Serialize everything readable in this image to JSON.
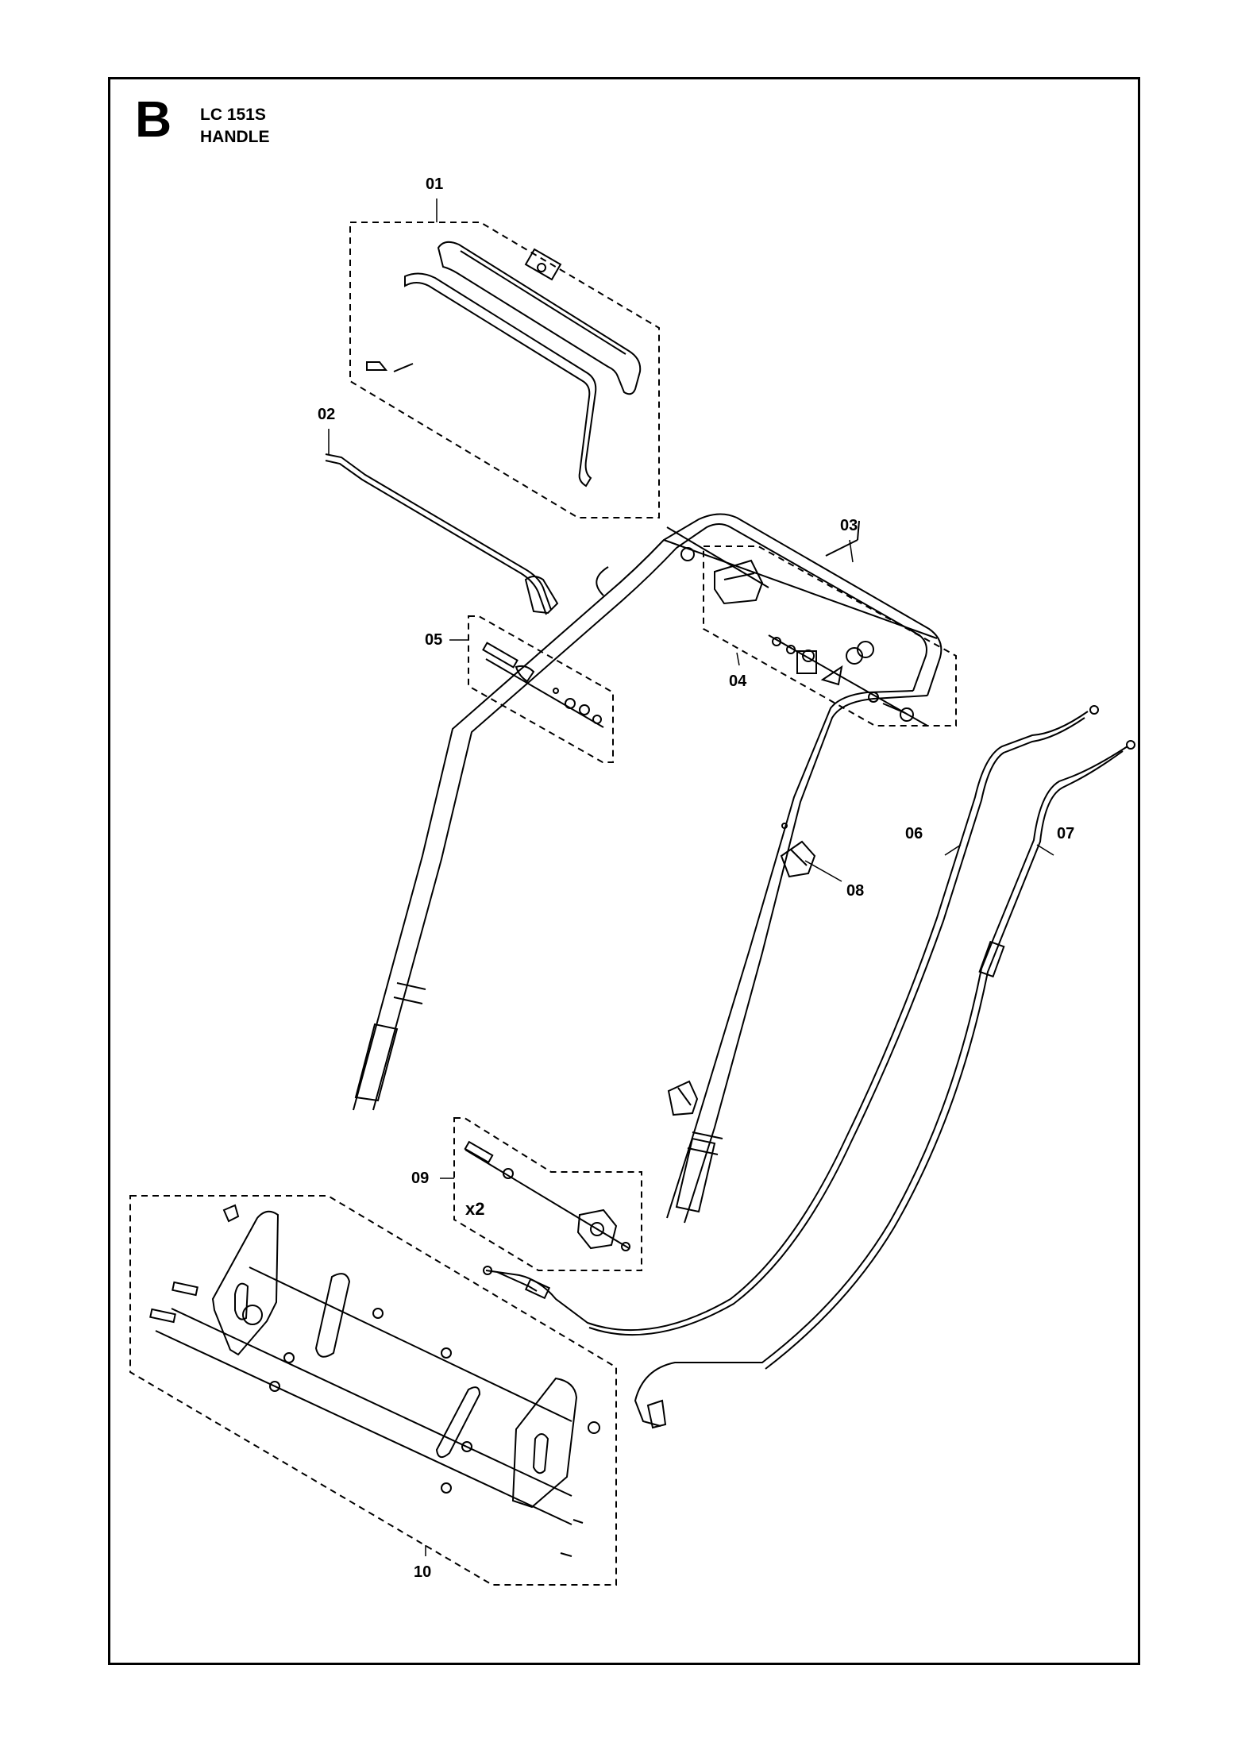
{
  "header": {
    "section_letter": "B",
    "model": "LC 151S",
    "title": "HANDLE"
  },
  "callouts": [
    "01",
    "02",
    "03",
    "04",
    "05",
    "06",
    "07",
    "08",
    "09",
    "10"
  ],
  "quantity_note": "x2"
}
